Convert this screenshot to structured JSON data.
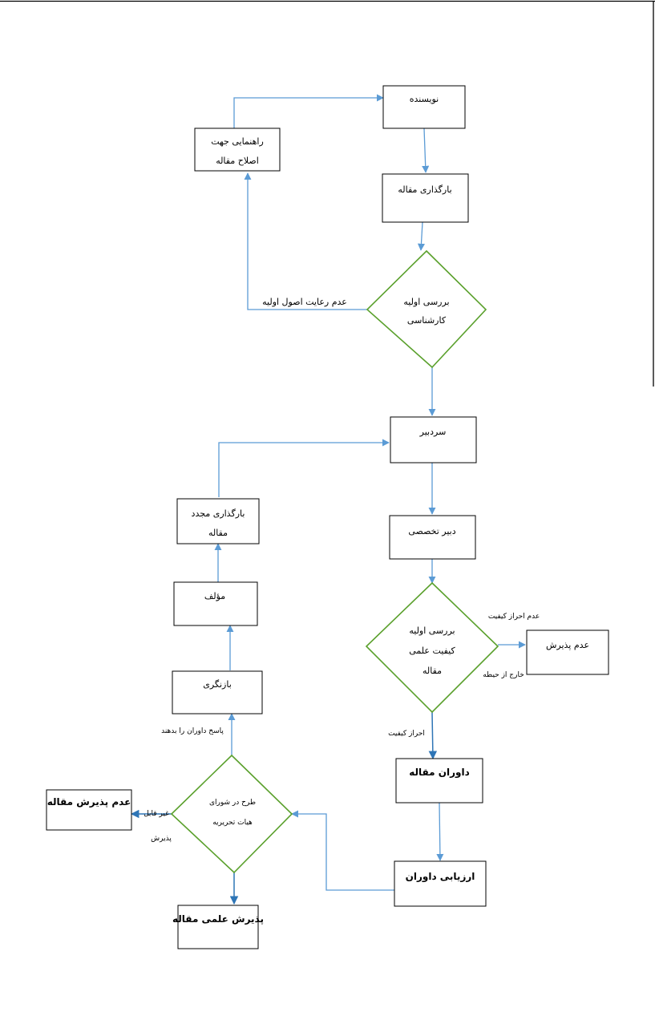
{
  "nodes": {
    "author": "نویسنده",
    "upload": "بارگذاری مقاله",
    "guide": [
      "راهنمایی جهت",
      "اصلاح مقاله"
    ],
    "initial_review": [
      "بررسی اولیه",
      "کارشناسی"
    ],
    "editor_in_chief": "سردبیر",
    "reupload": [
      "بارگذاری مجدد",
      "مقاله"
    ],
    "specialist_editor": "دبیر تخصصی",
    "author2": "مؤلف",
    "quality_review": [
      "بررسی اولیه",
      "کیفیت علمی",
      "مقاله"
    ],
    "rejection": "عدم پذیرش",
    "revision": "بازنگری",
    "reviewers": "داوران مقاله",
    "board_decision": [
      "طرح در شورای",
      "هیات تحریریه"
    ],
    "reject_paper": "عدم پذیرش مقاله",
    "reviewers_eval": "ارزیابی داوران",
    "accept_paper": "پذیرش علمی مقاله"
  },
  "edge_labels": {
    "noncompliance": "عدم رعایت اصول اولیه",
    "no_quality": "عدم احراز کیفیت",
    "out_of_scope": "خارج از حیطه",
    "quality_ok": "احراز کیفیت",
    "answer_reviewers": "پاسخ داوران را بدهند",
    "not_acceptable": [
      "غیر قابل",
      "پذیرش"
    ]
  }
}
